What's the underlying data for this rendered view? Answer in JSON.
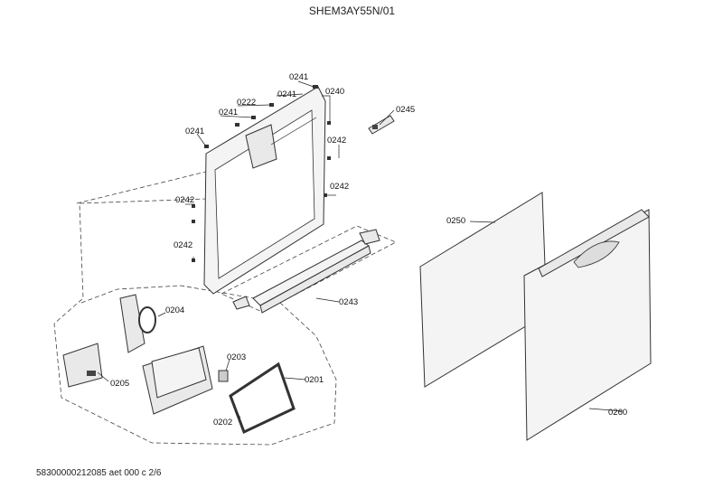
{
  "header": {
    "title": "SHEM3AY55N/01"
  },
  "footer": {
    "code": "58300000212085 aet 000 c 2/6"
  },
  "callouts": {
    "c0241a": "0241",
    "c0241b": "0241",
    "c0241c": "0241",
    "c0241d": "0241",
    "c0222": "0222",
    "c0240": "0240",
    "c0245": "0245",
    "c0242a": "0242",
    "c0242b": "0242",
    "c0242c": "0242",
    "c0242d": "0242",
    "c0243": "0243",
    "c0250": "0250",
    "c0260": "0260",
    "c0204": "0204",
    "c0203": "0203",
    "c0201": "0201",
    "c0202": "0202",
    "c0205": "0205"
  }
}
